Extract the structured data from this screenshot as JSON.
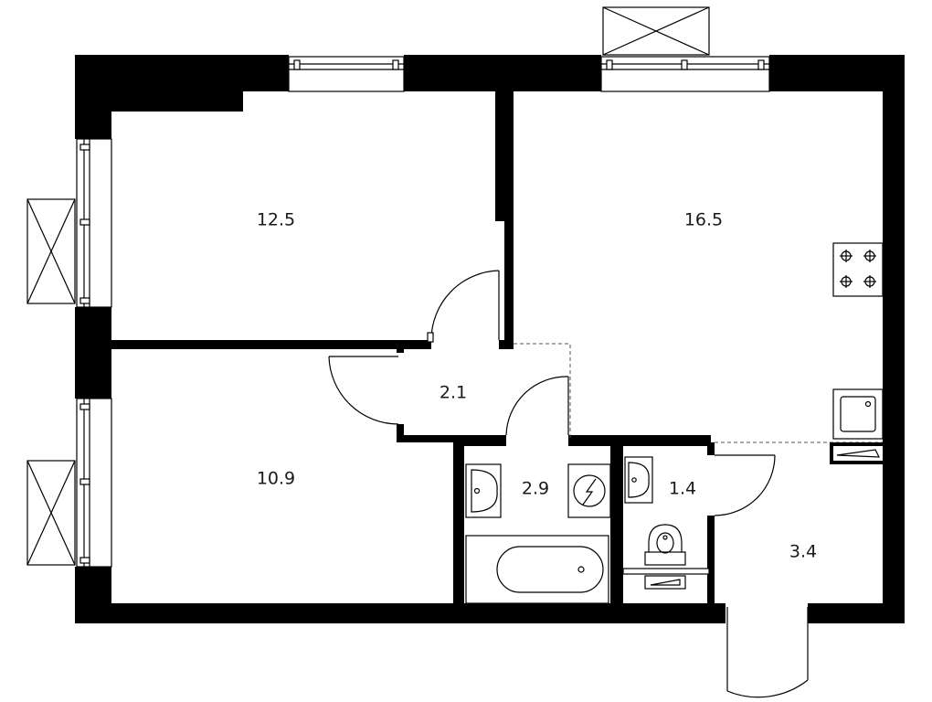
{
  "rooms": {
    "bedroom_1": {
      "area": "12.5"
    },
    "living_kitchen": {
      "area": "16.5"
    },
    "bedroom_2": {
      "area": "10.9"
    },
    "hall": {
      "area": "2.1"
    },
    "bathroom": {
      "area": "2.9"
    },
    "toilet": {
      "area": "1.4"
    },
    "entrance": {
      "area": "3.4"
    }
  }
}
